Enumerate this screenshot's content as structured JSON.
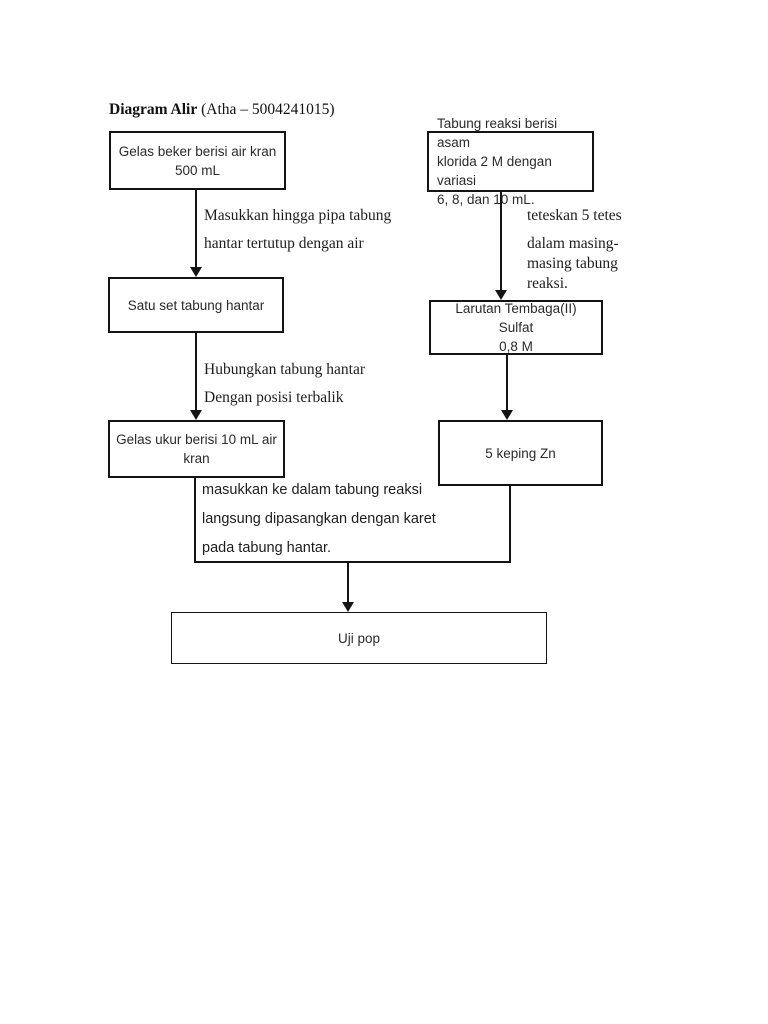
{
  "colors": {
    "background": "#ffffff",
    "text": "#1d1d1d",
    "line": "#141414"
  },
  "title": {
    "main": "Diagram Alir",
    "suffix": " (Atha – 5004241015)"
  },
  "nodes": {
    "gelas_beker": "Gelas beker berisi air kran\n500 mL",
    "tabung_reaksi": "Tabung reaksi berisi asam\nklorida 2 M dengan variasi\n6, 8, dan 10 mL.",
    "satu_set": "Satu set tabung hantar",
    "larutan_tembaga": "Larutan Tembaga(II) Sulfat\n0,8 M",
    "gelas_ukur": "Gelas ukur berisi 10 mL air\nkran",
    "keping_zn": "5 keping Zn",
    "uji_pop": "Uji pop"
  },
  "edge_labels": {
    "masukkan_hingga": "Masukkan hingga pipa tabung\nhantar tertutup dengan air",
    "teteskan": "teteskan 5 tetes",
    "dalam_masing": "dalam masing-\nmasing tabung\nreaksi.",
    "hubungkan": "Hubungkan tabung hantar\nDengan posisi terbalik",
    "masukkan_ke_dalam": "masukkan ke dalam tabung reaksi\nlangsung dipasangkan dengan karet\npada tabung hantar."
  }
}
